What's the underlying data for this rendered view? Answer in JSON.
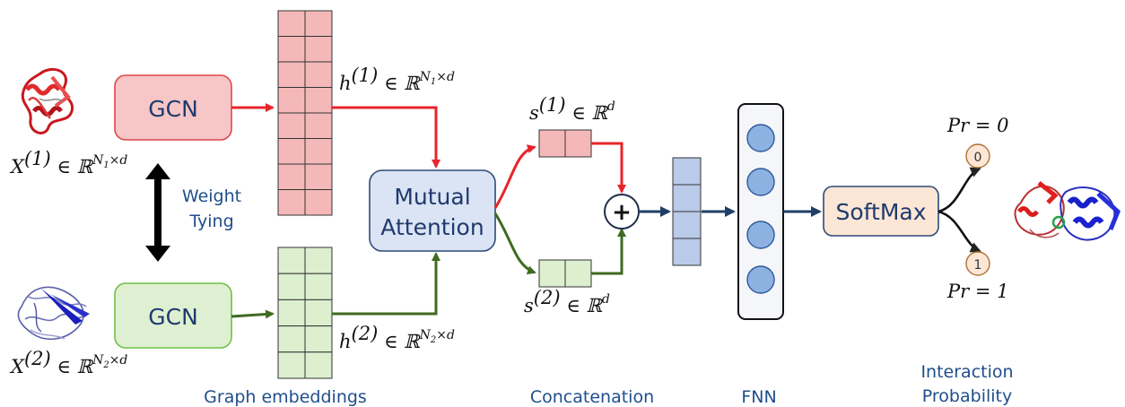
{
  "blocks": {
    "gcn_top": "GCN",
    "gcn_bottom": "GCN",
    "mutual_attention_line1": "Mutual",
    "mutual_attention_line2": "Attention",
    "softmax": "SoftMax",
    "plus": "+",
    "out0": "0",
    "out1": "1"
  },
  "math": {
    "x1_base": "X",
    "x1_sup": "(1)",
    "x1_rest": " ∈ ℝ",
    "x1_exp_n": "N",
    "x1_exp_sub": "1",
    "x1_exp_d": "×d",
    "x2_base": "X",
    "x2_sup": "(2)",
    "x2_rest": " ∈ ℝ",
    "x2_exp_n": "N",
    "x2_exp_sub": "2",
    "x2_exp_d": "×d",
    "h1_base": "h",
    "h1_sup": "(1)",
    "h1_rest": " ∈ ℝ",
    "h1_exp_n": "N",
    "h1_exp_sub": "1",
    "h1_exp_d": "×d",
    "h2_base": "h",
    "h2_sup": "(2)",
    "h2_rest": " ∈ ℝ",
    "h2_exp_n": "N",
    "h2_exp_sub": "2",
    "h2_exp_d": "×d",
    "s1_base": "s",
    "s1_sup": "(1)",
    "s1_rest": " ∈ ℝ",
    "s1_exp": "d",
    "s2_base": "s",
    "s2_sup": "(2)",
    "s2_rest": " ∈ ℝ",
    "s2_exp": "d",
    "pr0": "Pr = 0",
    "pr1": "Pr = 1"
  },
  "labels": {
    "weight_line1": "Weight",
    "weight_line2": "Tying",
    "graph_embeddings": "Graph embeddings",
    "concatenation": "Concatenation",
    "fnn": "FNN",
    "interaction_line1": "Interaction",
    "interaction_line2": "Probability"
  },
  "colors": {
    "red_arrow": "#e8242a",
    "green_arrow": "#3f6b21",
    "navy_arrow": "#1f3f66",
    "gcn_red_fill": "#f7c6c7",
    "gcn_green_fill": "#dff0d2",
    "embed_red": "#f5b8b8",
    "embed_green": "#dcefcf",
    "attention_fill": "#dbe4f4",
    "softmax_fill": "#fce6d6",
    "neuron_fill": "#8db2e2"
  },
  "icons": {
    "protein1": "protein-structure-red-icon",
    "protein2": "protein-structure-blue-icon",
    "complex": "protein-complex-icon"
  }
}
